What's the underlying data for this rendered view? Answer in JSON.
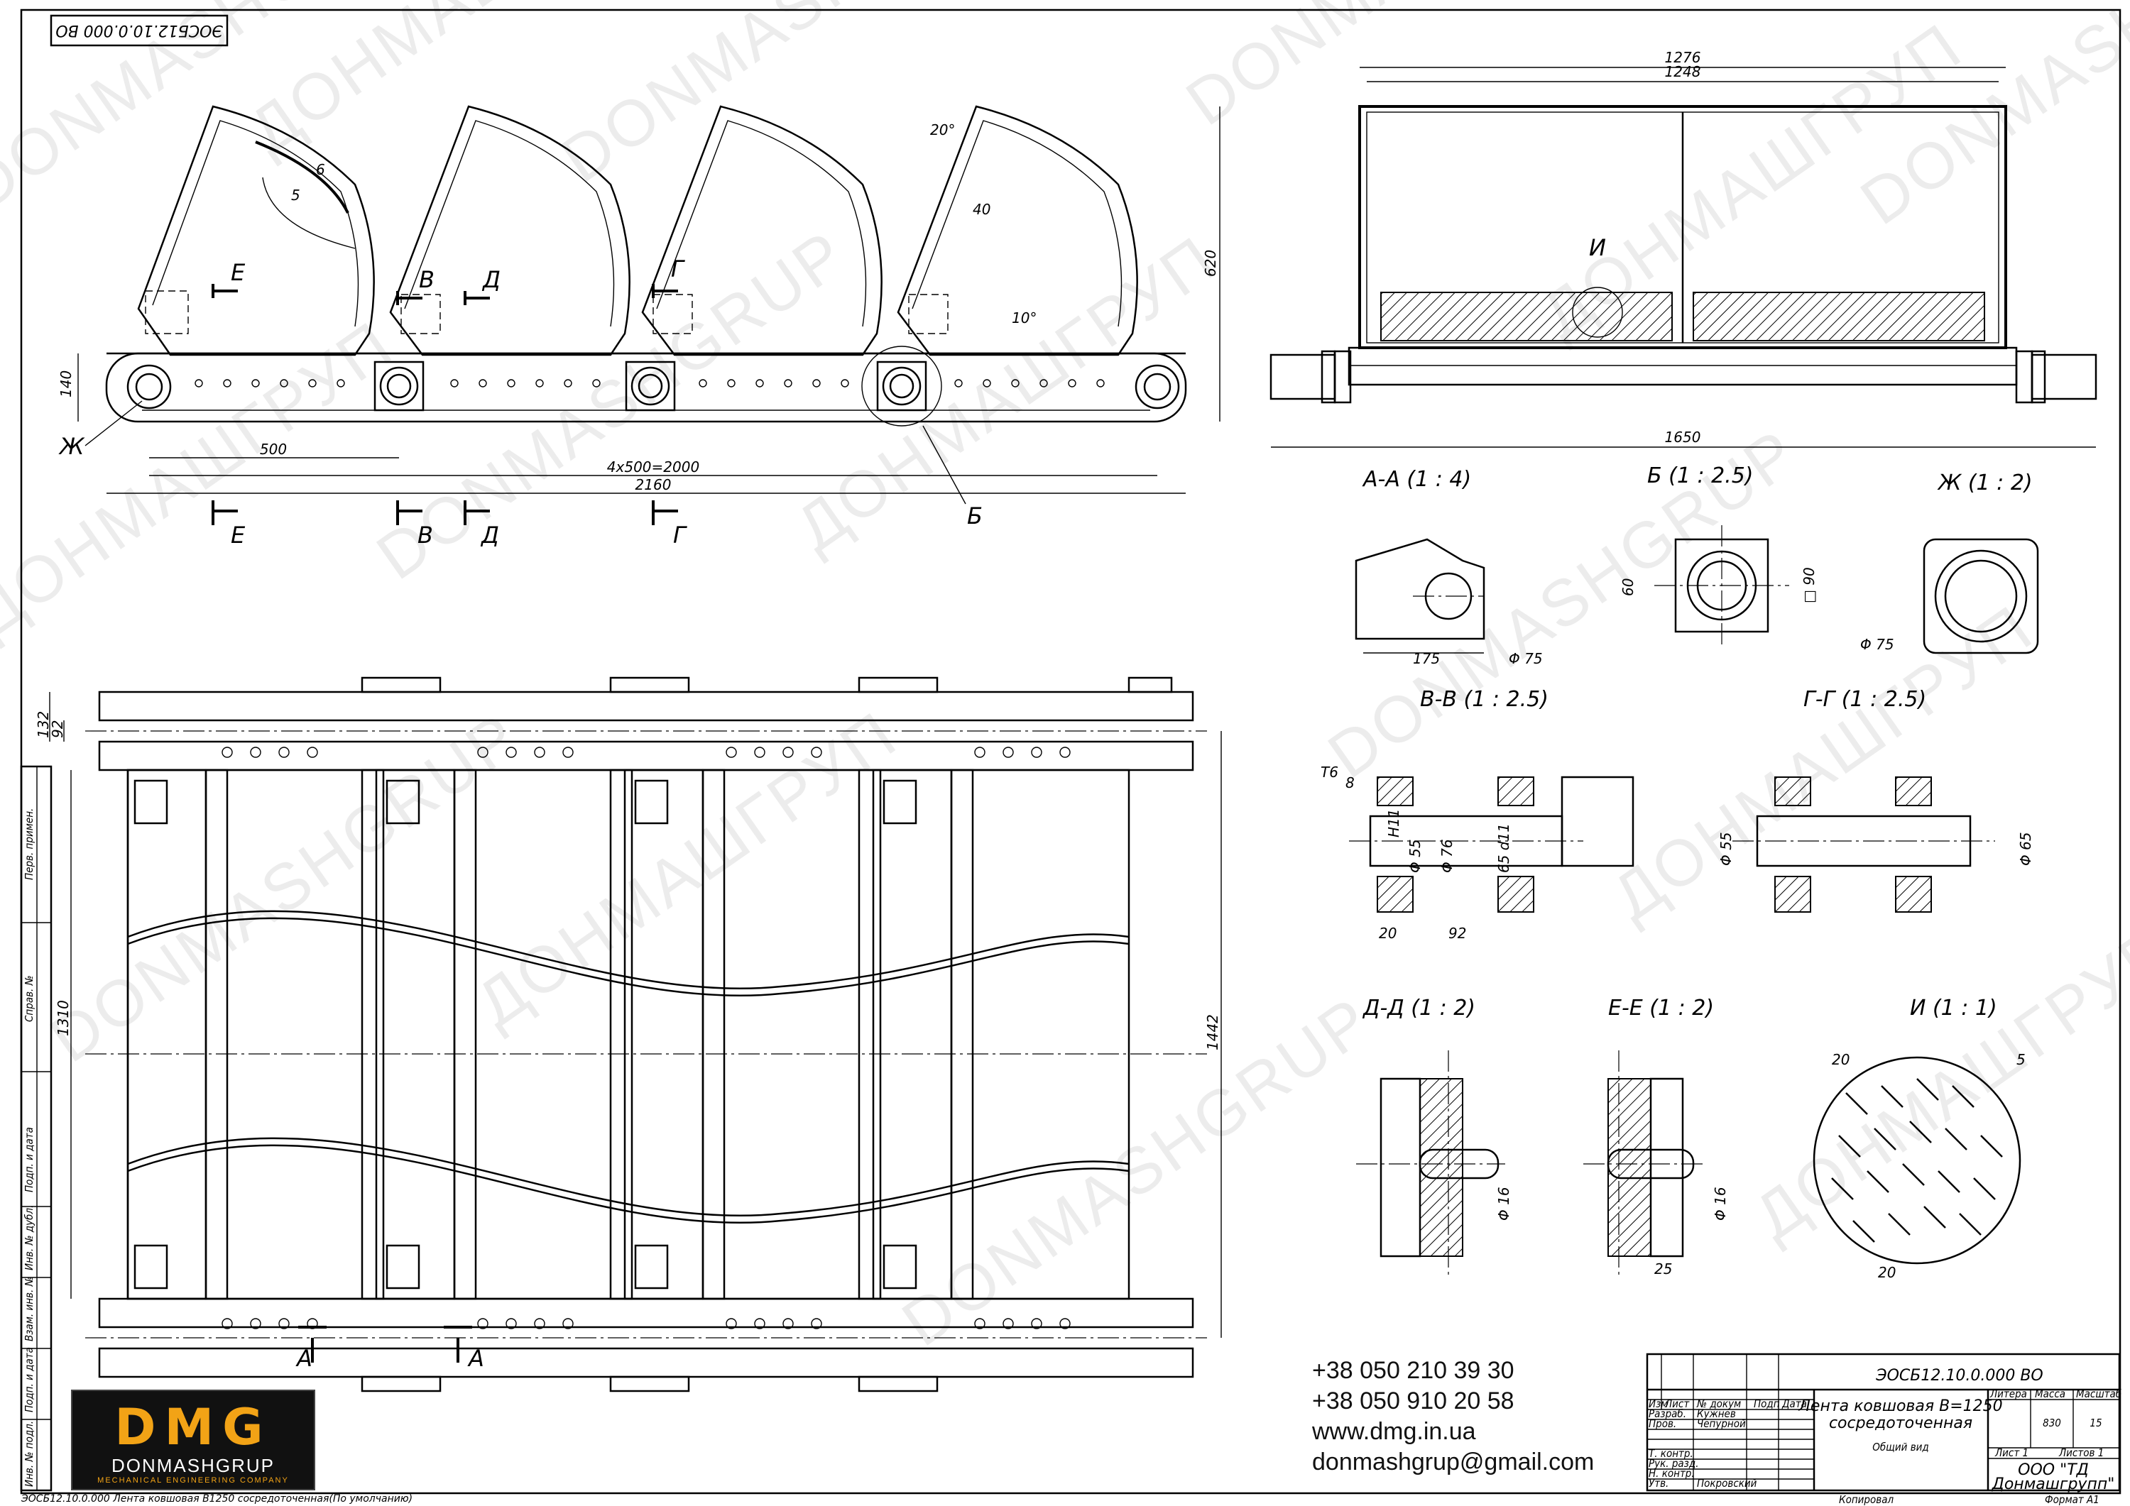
{
  "drawing_code": "ЭОСБ12.10.0.000 ВО",
  "drawing_code_rotated": "ЭОСБ12.10.0.000 ВО",
  "title_line1": "Лента ковшовая  В=1250",
  "title_line2": "сосредоточенная",
  "subtitle": "Общий вид",
  "company_line1": "ООО \"ТД",
  "company_line2": "Донмашгрупп\"",
  "mass": "830",
  "scale": "15",
  "sheet": "Лист  1",
  "sheets": "Листов  1",
  "copied": "Копировал",
  "format": "Формат  А1",
  "tb_headers": {
    "litera": "Литера",
    "massa": "Масса",
    "masshtab": "Масштаб",
    "izm": "Изм",
    "list": "Лист",
    "ndoc": "№ докум",
    "podp": "Подп",
    "data": "Дата"
  },
  "tb_roles": [
    "Разраб.",
    "Пров.",
    "Т. контр.",
    "Рук. разд.",
    "Н. контр.",
    "Утв."
  ],
  "tb_names": [
    "Кужнев",
    "Чепурной",
    "",
    "",
    "",
    "Покровский"
  ],
  "side_labels": [
    "Перв. примен.",
    "Справ. №",
    "Подп. и дата",
    "Инв. № дубл.",
    "Взам. инв. №",
    "Подп. и дата",
    "Инв. № подл."
  ],
  "footer_text": "ЭОСБ12.10.0.000 Лента ковшовая В1250 сосредоточенная(По умолчанию)",
  "contacts": {
    "phone1": "+38 050 210 39 30",
    "phone2": "+38 050 910 20 58",
    "web": "www.dmg.in.ua",
    "email": "donmashgrup@gmail.com"
  },
  "logo": {
    "mark": "DMG",
    "name": "DONMASHGRUP",
    "sub": "MECHANICAL ENGINEERING COMPANY"
  },
  "watermarks": [
    "DONMASHGRUP",
    "ДОНМАШГРУП"
  ],
  "views": {
    "section_aa": "А-А (1 : 4)",
    "section_b": "Б (1 : 2.5)",
    "section_zh": "Ж (1 : 2)",
    "section_vv": "В-В (1 : 2.5)",
    "section_gg": "Г-Г (1 : 2.5)",
    "section_dd": "Д-Д (1 : 2)",
    "section_ee": "Е-Е (1 : 2)",
    "section_i": "И (1 : 1)"
  },
  "labels": {
    "E": "Е",
    "V": "В",
    "D": "Д",
    "G": "Г",
    "B": "Б",
    "Zh": "Ж",
    "I": "И",
    "A": "А"
  },
  "dims": {
    "d500": "500",
    "d2000": "4x500=2000",
    "d2160": "2160",
    "d140": "140",
    "d620": "620",
    "d20deg": "20°",
    "d10deg": "10°",
    "d40": "40",
    "d5": "5",
    "d6": "6",
    "d1276": "1276",
    "d1248": "1248",
    "d1650": "1650",
    "d132": "132",
    "d92": "92",
    "d1310": "1310",
    "d1442": "1442",
    "d175": "175",
    "d75": "Φ 75",
    "d60": "60",
    "d90": "□ 90",
    "dT6": "Т6",
    "d8": "8",
    "d55": "Φ 55",
    "d76": "Φ 76",
    "d65": "65 d11",
    "dH11": "H11",
    "d20": "20",
    "d92b": "92",
    "d65b": "Φ 65",
    "d16": "Φ 16",
    "d25": "25",
    "d20i": "20",
    "d5i": "5"
  }
}
